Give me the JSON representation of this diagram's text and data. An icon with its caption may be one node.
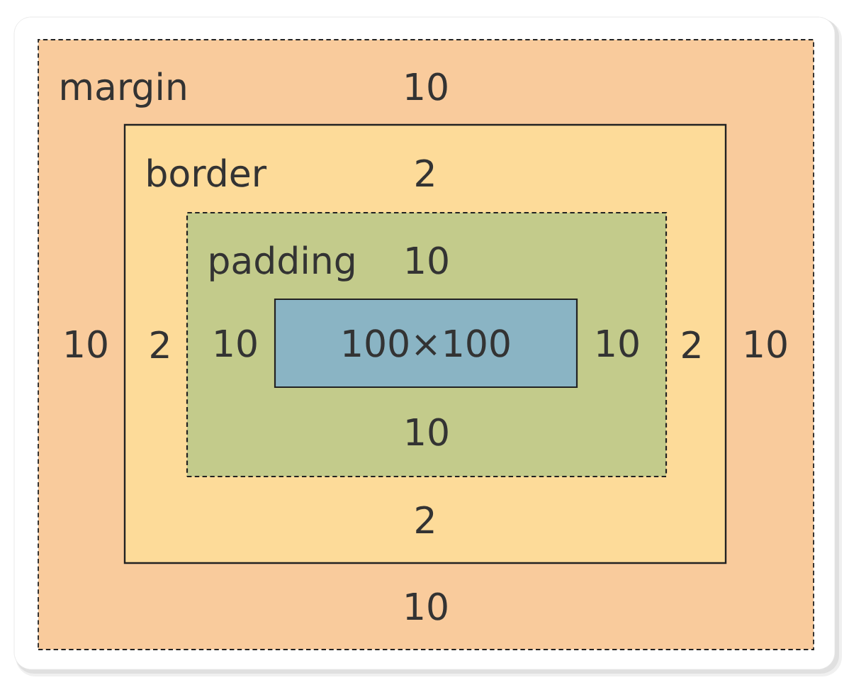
{
  "diagram": {
    "nodes": [
      {
        "text": [
          "margin",
          "10",
          "10",
          "10",
          "10"
        ]
      },
      {
        "text": [
          "border",
          "2",
          "2",
          "2",
          "2"
        ],
        "in": 0
      },
      {
        "text": [
          "padding",
          "10",
          "10",
          "10",
          "10"
        ],
        "in": 1
      },
      {
        "text": [
          "100×100"
        ],
        "in": 2
      }
    ]
  }
}
